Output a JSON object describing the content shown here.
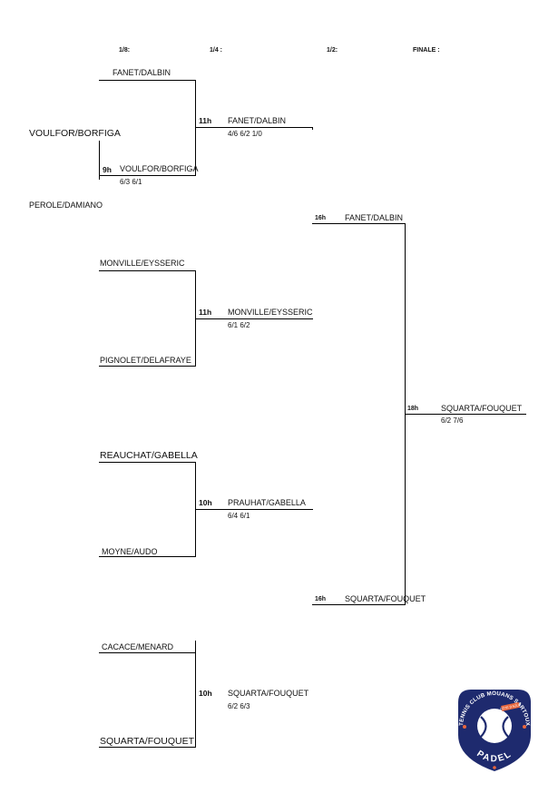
{
  "headers": {
    "r16": "1/8:",
    "qf": "1/4 :",
    "sf": "1/2:",
    "final": "FINALE :"
  },
  "r16": [
    "FANET/DALBIN",
    "VOULFOR/BORFIGA",
    "PEROLE/DAMIANO",
    "MONVILLE/EYSSERIC",
    "PIGNOLET/DELAFRAYE",
    "REAUCHAT/GABELLA",
    "MOYNE/AUDO",
    "CACACE/MENARD",
    "SQUARTA/FOUQUET"
  ],
  "prelim": {
    "time": "9h",
    "winner": "VOULFOR/BORFIGA",
    "score": "6/3 6/1"
  },
  "qf": [
    {
      "time": "11h",
      "winner": "FANET/DALBIN",
      "score": "4/6 6/2 1/0"
    },
    {
      "time": "11h",
      "winner": "MONVILLE/EYSSERIC",
      "score": "6/1 6/2"
    },
    {
      "time": "10h",
      "winner": "PRAUHAT/GABELLA",
      "score": "6/4 6/1"
    },
    {
      "time": "10h",
      "winner": "SQUARTA/FOUQUET",
      "score": "6/2 6/3"
    }
  ],
  "sf": [
    {
      "time": "16h",
      "winner": "FANET/DALBIN"
    },
    {
      "time": "16h",
      "winner": "SQUARTA/FOUQUET"
    }
  ],
  "final": {
    "time": "18h",
    "winner": "SQUARTA/FOUQUET",
    "score": "6/2 7/6"
  },
  "logo": {
    "club": "TENNIS CLUB MOUANS SARTOUX",
    "tagline": "CÔTE D'AZUR",
    "sport": "PADEL",
    "colors": {
      "navy": "#1e2a6e",
      "orange": "#e8663c",
      "white": "#ffffff"
    }
  }
}
